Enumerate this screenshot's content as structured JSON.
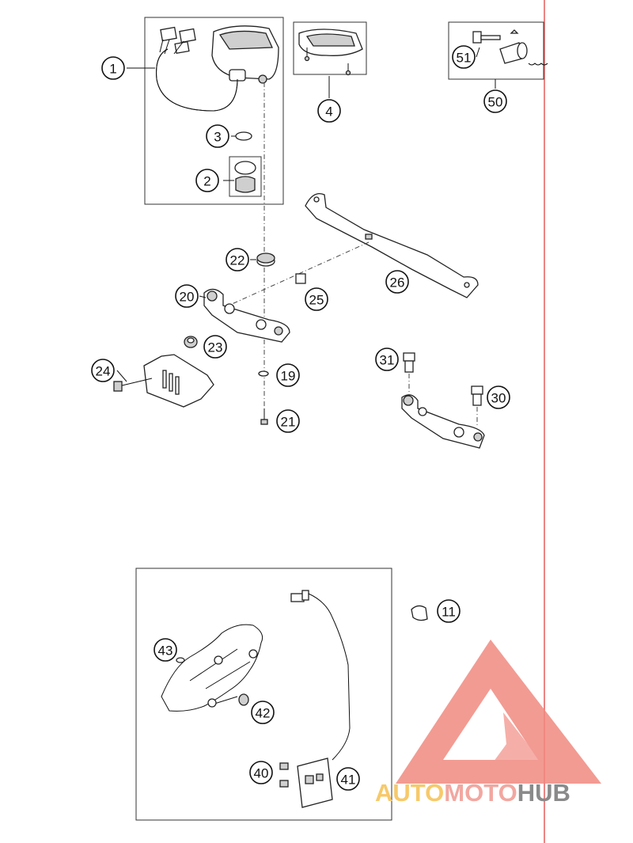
{
  "callouts": {
    "c1": "1",
    "c2": "2",
    "c3": "3",
    "c4": "4",
    "c11": "11",
    "c19": "19",
    "c20": "20",
    "c21": "21",
    "c22": "22",
    "c23": "23",
    "c24": "24",
    "c25": "25",
    "c26": "26",
    "c30": "30",
    "c31": "31",
    "c40": "40",
    "c41": "41",
    "c42": "42",
    "c43": "43",
    "c50": "50",
    "c51": "51"
  },
  "watermark": {
    "part1": "AUTO",
    "part2": "MOTO",
    "part3": "HUB",
    "colors": {
      "auto": "#f7c96a",
      "moto": "#f2a7a0",
      "hub": "#8a8a8a",
      "triangle": "#f08a80"
    }
  },
  "colors": {
    "border_line": "#e85a5a"
  }
}
